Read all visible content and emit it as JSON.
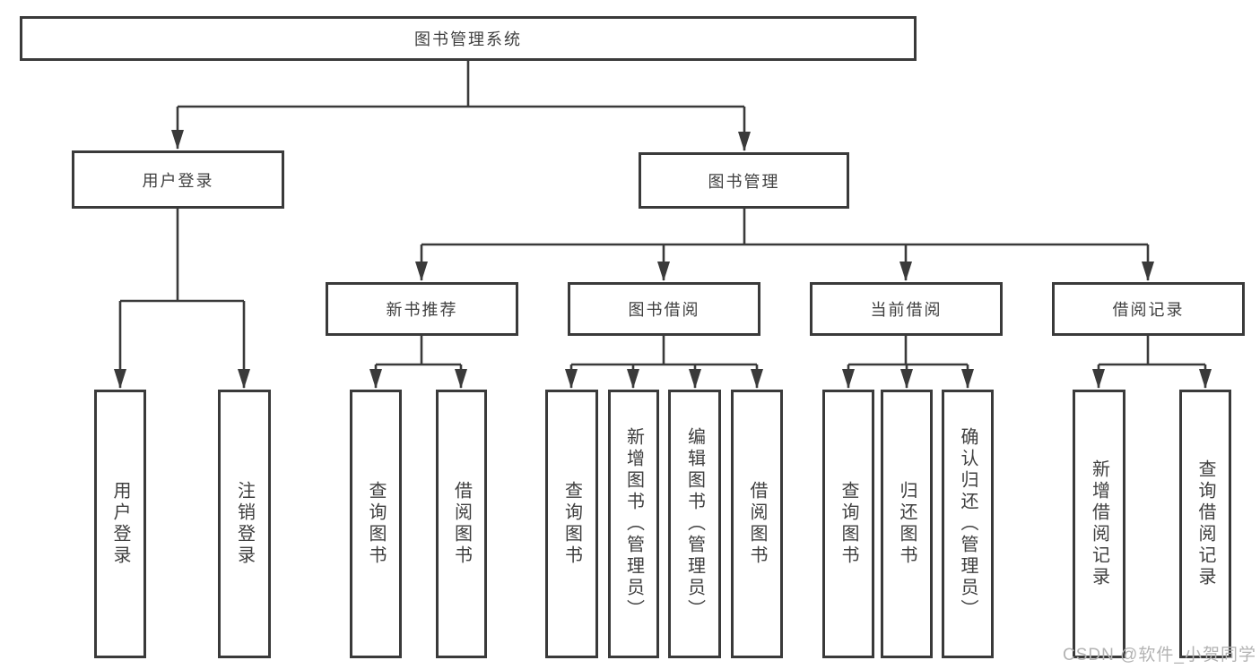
{
  "diagram": {
    "root": "图书管理系统",
    "branches": [
      {
        "label": "用户登录",
        "children": [
          {
            "label": "用户登录"
          },
          {
            "label": "注销登录"
          }
        ]
      },
      {
        "label": "图书管理",
        "children": [
          {
            "label": "新书推荐",
            "children": [
              {
                "label": "查询图书"
              },
              {
                "label": "借阅图书"
              }
            ]
          },
          {
            "label": "图书借阅",
            "children": [
              {
                "label": "查询图书"
              },
              {
                "label": "新增图书（管理员）"
              },
              {
                "label": "编辑图书（管理员）"
              },
              {
                "label": "借阅图书"
              }
            ]
          },
          {
            "label": "当前借阅",
            "children": [
              {
                "label": "查询图书"
              },
              {
                "label": "归还图书"
              },
              {
                "label": "确认归还（管理员）"
              }
            ]
          },
          {
            "label": "借阅记录",
            "children": [
              {
                "label": "新增借阅记录"
              },
              {
                "label": "查询借阅记录"
              }
            ]
          }
        ]
      }
    ]
  },
  "watermark": "CSDN @软件_小贺同学",
  "colors": {
    "line_color": "#3a3a3a",
    "text_color": "#3f3f3f",
    "watermark_color": "#b3b3b3"
  }
}
